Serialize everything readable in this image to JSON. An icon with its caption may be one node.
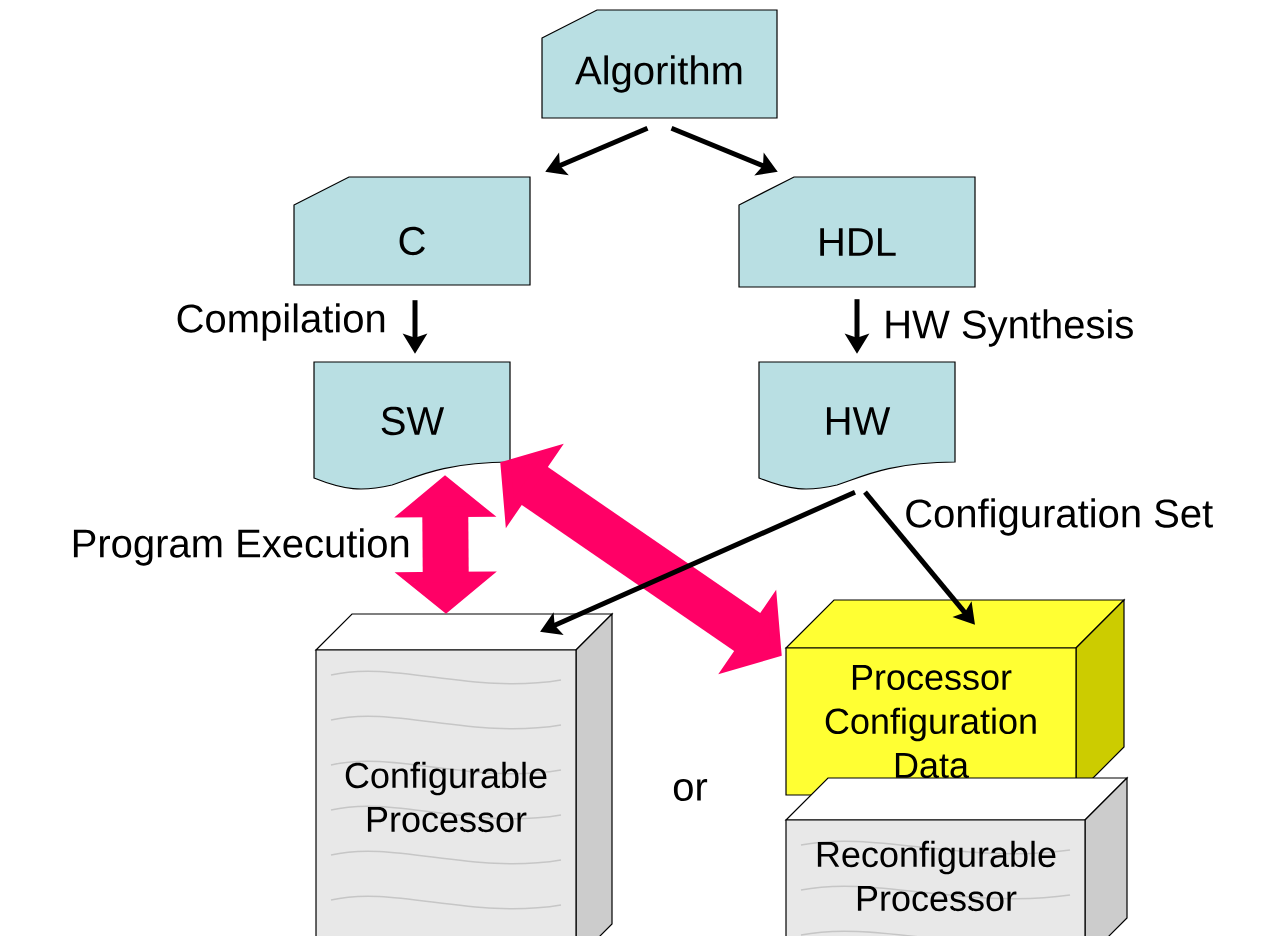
{
  "diagram": {
    "nodes": [
      {
        "text": [
          "Algorithm"
        ]
      },
      {
        "text": [
          "C"
        ]
      },
      {
        "text": [
          "HDL"
        ]
      },
      {
        "text": [
          "SW"
        ]
      },
      {
        "text": [
          "HW"
        ]
      },
      {
        "text": [
          "Configurable Processor"
        ]
      },
      {
        "text": [
          "Processor Configuration Data"
        ]
      },
      {
        "text": [
          "Reconfigurable Processor"
        ]
      }
    ],
    "edges": [
      {
        "from": 0,
        "to": 1,
        "arrow": "to"
      },
      {
        "from": 0,
        "to": 2,
        "arrow": "to"
      },
      {
        "from": 1,
        "to": 3,
        "arrow": "to",
        "label": "Compilation"
      },
      {
        "from": 2,
        "to": 4,
        "arrow": "to",
        "label": "HW Synthesis"
      },
      {
        "from": 3,
        "to": 5,
        "arrow": "both",
        "label": "Program Execution",
        "style": "thick",
        "color": "#ff0066"
      },
      {
        "from": 3,
        "to": 6,
        "arrow": "both",
        "style": "thick",
        "color": "#ff0066"
      },
      {
        "from": 4,
        "to": 5,
        "arrow": "to"
      },
      {
        "from": 4,
        "to": 6,
        "arrow": "to",
        "label": "Configuration Set"
      }
    ],
    "labels": [
      "or"
    ]
  }
}
